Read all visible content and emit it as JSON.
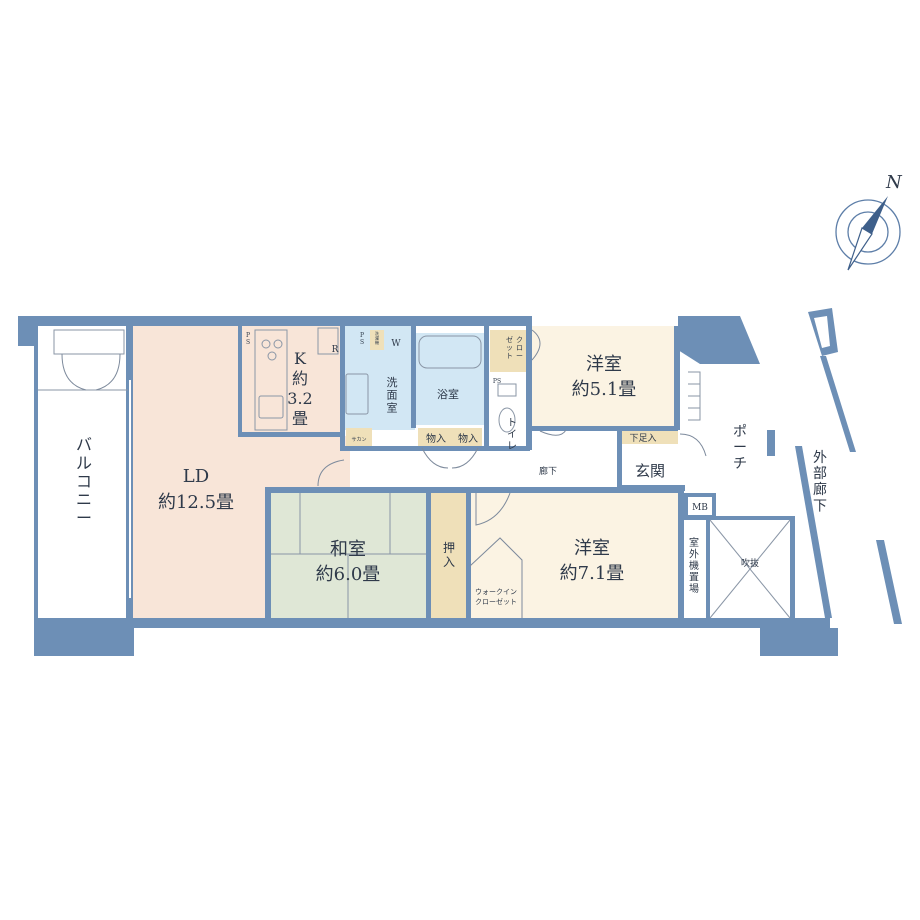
{
  "colors": {
    "wall": "#6d8fb6",
    "ld": "#f8e5d8",
    "western": "#fbf3e3",
    "washitsu": "#dfe7d6",
    "storage": "#efe0b9",
    "bath": "#d2e7f4",
    "white": "#ffffff",
    "text": "#2f3a4a",
    "compass": "#3e5f8a"
  },
  "labels": {
    "compass_n": "N",
    "balcony": "バルコニー",
    "ld_name": "LD",
    "ld_size": "約12.5畳",
    "k_name": "K",
    "k_size_a": "約",
    "k_size_b": "3.2",
    "k_size_c": "畳",
    "washitsu_name": "和室",
    "washitsu_size": "約6.0畳",
    "oshiire": "押入",
    "walkin_a": "ウォークイン",
    "walkin_b": "クローゼット",
    "west1_name": "洋室",
    "west1_size": "約5.1畳",
    "west2_name": "洋室",
    "west2_size": "約7.1畳",
    "senmen": "洗面室",
    "yokushitsu": "浴室",
    "toilet": "トイレ",
    "closet": "クローゼット",
    "monoire1": "物入",
    "monoire2": "物入",
    "rouka": "廊下",
    "genkan": "玄関",
    "geta": "下足入",
    "mb": "MB",
    "shitsugai": "室外機置場",
    "fukinuke": "吹抜",
    "porch": "ポーチ",
    "outer_corridor": "外部廊下",
    "ps1": "PS",
    "ps2": "PS",
    "ps3": "PS",
    "r": "R",
    "w": "W",
    "sentakuki": "洗濯機",
    "sakan": "サカン"
  }
}
